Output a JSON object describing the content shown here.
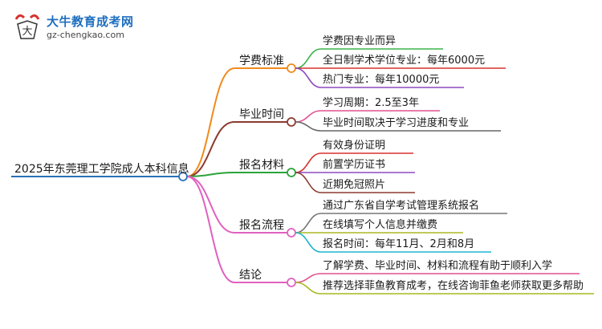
{
  "brand": {
    "title": "大牛教育成考网",
    "url": "gz-chengkao.com",
    "logo_icon": "bull-logo-icon"
  },
  "mindmap": {
    "root": "2025年东莞理工学院成人本科信息",
    "branches": [
      {
        "label": "学费标准",
        "color": "#f08a1c",
        "leaves": [
          {
            "text": "学费因专业而异",
            "color": "#3cb34a"
          },
          {
            "text": "全日制学术学位专业：每年6000元",
            "color": "#d8322e"
          },
          {
            "text": "热门专业：每年10000元",
            "color": "#8e4bbf"
          }
        ]
      },
      {
        "label": "毕业时间",
        "color": "#8b3a2e",
        "leaves": [
          {
            "text": "学习周期：2.5至3年",
            "color": "#e0518f"
          },
          {
            "text": "毕业时间取决于学习进度和专业",
            "color": "#666666"
          }
        ]
      },
      {
        "label": "报名材料",
        "color": "#2aa33a",
        "leaves": [
          {
            "text": "有效身份证明",
            "color": "#d8322e"
          },
          {
            "text": "前置学历证书",
            "color": "#8e4bbf"
          },
          {
            "text": "近期免冠照片",
            "color": "#8b3a2e"
          }
        ]
      },
      {
        "label": "报名流程",
        "color": "#e060c0",
        "leaves": [
          {
            "text": "通过广东省自学考试管理系统报名",
            "color": "#777777"
          },
          {
            "text": "在线填写个人信息并缴费",
            "color": "#a8b820"
          },
          {
            "text": "报名时间：每年11月、2月和8月",
            "color": "#1fb5d0"
          }
        ]
      },
      {
        "label": "结论",
        "color": "#e060c0",
        "leaves": [
          {
            "text": "了解学费、毕业时间、材料和流程有助于顺利入学",
            "color": "#e0518f"
          },
          {
            "text": "推荐选择菲鱼教育成考，在线咨询菲鱼老师获取更多帮助",
            "color": "#a8b820"
          }
        ]
      }
    ]
  }
}
